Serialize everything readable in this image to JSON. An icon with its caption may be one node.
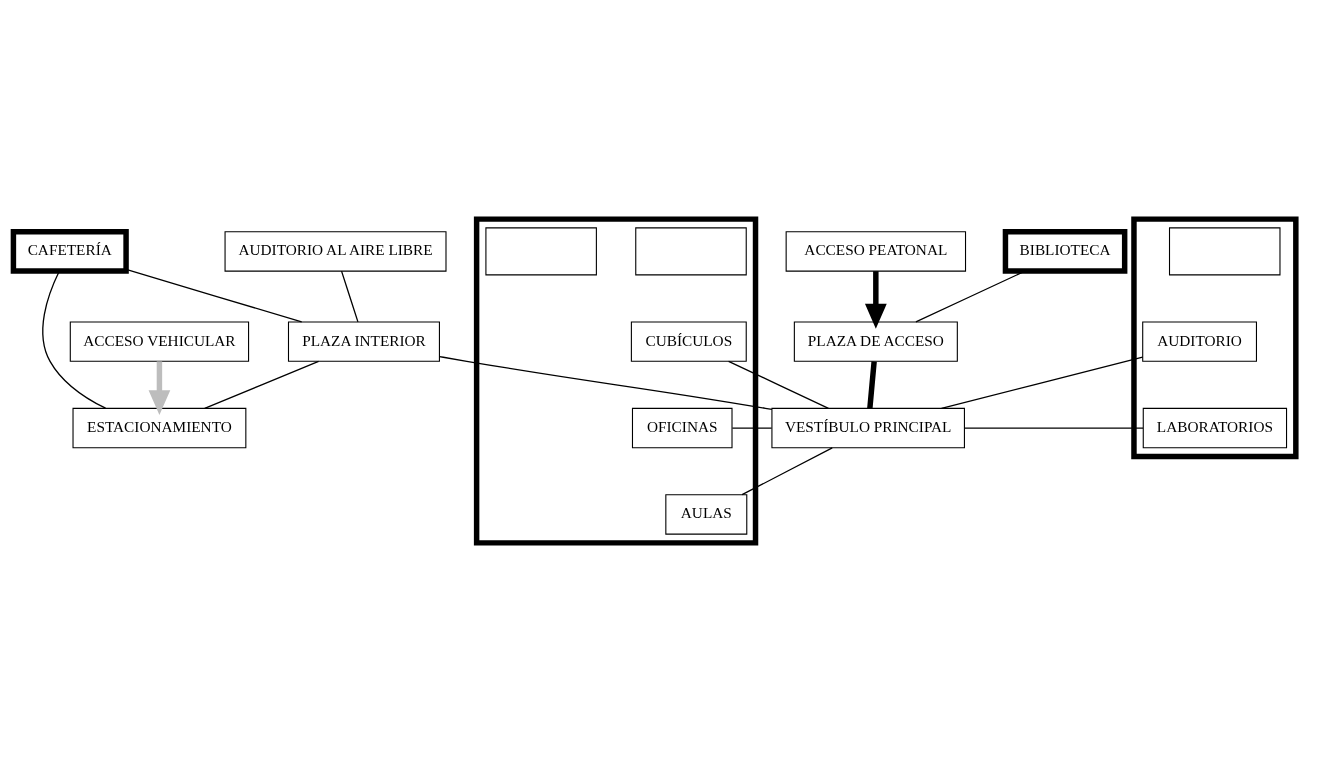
{
  "diagram": {
    "nodes": [
      {
        "text": [
          "CAFETERÍA"
        ]
      },
      {
        "text": [
          "AUDITORIO AL AIRE LIBRE"
        ]
      },
      {
        "text": [
          "PLAZA INTERIOR"
        ]
      },
      {
        "text": [
          "ESTACIONAMIENTO"
        ]
      },
      {
        "text": [
          "ACCESO VEHICULAR"
        ]
      },
      {
        "text": [],
        "shape": "box"
      },
      {
        "text": [
          "LABORATORIOS"
        ],
        "in": 5
      },
      {
        "text": [],
        "shape": "box",
        "in": 5
      },
      {
        "text": [
          "AUDITORIO"
        ],
        "in": 5
      },
      {
        "text": [
          "VESTÍBULO PRINCIPAL"
        ]
      },
      {
        "text": [],
        "shape": "box"
      },
      {
        "text": [
          "OFICINAS"
        ],
        "in": 10
      },
      {
        "text": [],
        "shape": "box",
        "in": 10
      },
      {
        "text": [
          "CUBÍCULOS"
        ],
        "in": 10
      },
      {
        "text": [],
        "shape": "box",
        "in": 10
      },
      {
        "text": [
          "AULAS"
        ],
        "in": 10
      },
      {
        "text": [
          "BIBLIOTECA"
        ]
      },
      {
        "text": [
          "PLAZA DE ACCESO"
        ]
      },
      {
        "text": [
          "ACCESO PEATONAL"
        ]
      }
    ],
    "edges": [
      {
        "from": 0,
        "to": 2,
        "arrow": "none"
      },
      {
        "from": 0,
        "to": 3,
        "arrow": "none"
      },
      {
        "from": 1,
        "to": 2,
        "arrow": "none"
      },
      {
        "from": 2,
        "to": 3,
        "arrow": "none"
      },
      {
        "from": 4,
        "to": 3,
        "arrow": "to",
        "style": "thick",
        "color": "#bdbdbd"
      },
      {
        "from": 2,
        "to": 9,
        "arrow": "none"
      },
      {
        "from": 6,
        "to": 9,
        "arrow": "none"
      },
      {
        "from": 8,
        "to": 9,
        "arrow": "none"
      },
      {
        "from": 9,
        "to": 11,
        "arrow": "none"
      },
      {
        "from": 9,
        "to": 13,
        "arrow": "none"
      },
      {
        "from": 9,
        "to": 15,
        "arrow": "none"
      },
      {
        "from": 9,
        "to": 17,
        "arrow": "none",
        "style": "thick"
      },
      {
        "from": 16,
        "to": 17,
        "arrow": "none"
      },
      {
        "from": 18,
        "to": 17,
        "arrow": "to",
        "style": "thick"
      }
    ]
  }
}
